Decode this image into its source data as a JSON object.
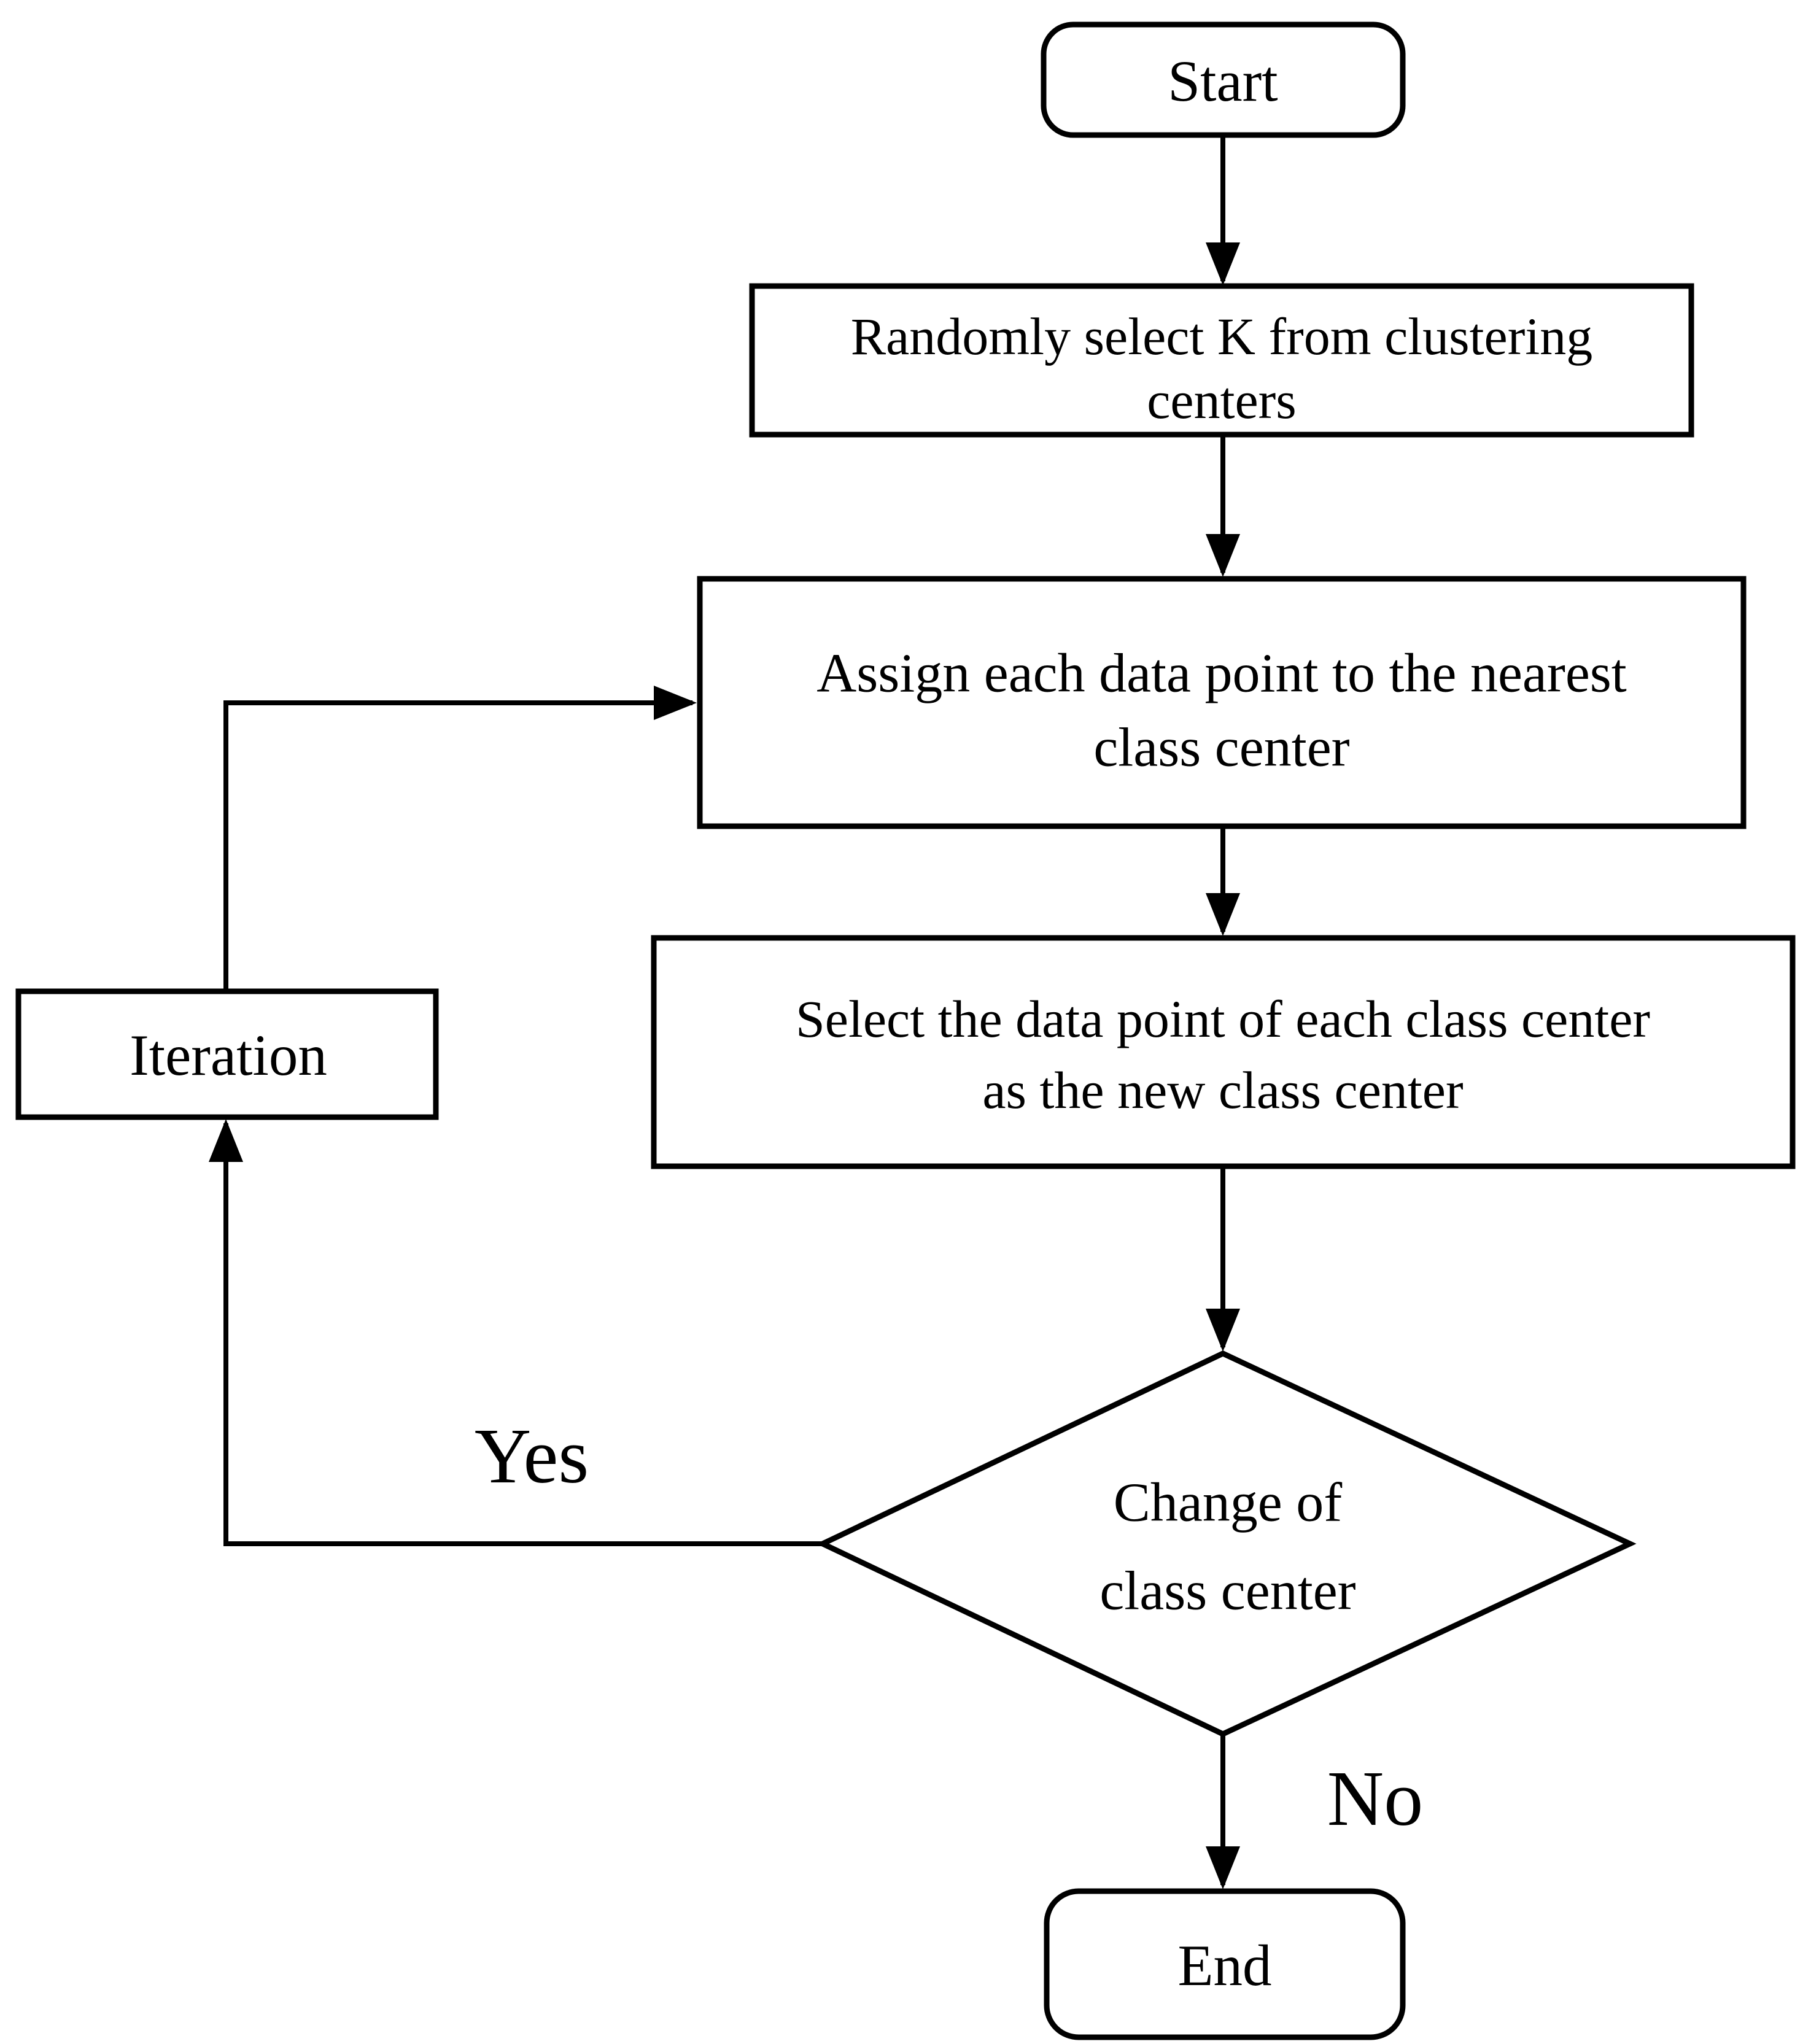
{
  "page": {
    "background_color": "#ffffff",
    "line_color": "#000000",
    "description": "Flowchart of K-means style clustering algorithm"
  },
  "flowchart": {
    "nodes": {
      "start": {
        "type": "terminator",
        "label": "Start"
      },
      "select_k": {
        "type": "process",
        "line1": "Randomly select K from clustering",
        "line2": "centers"
      },
      "assign": {
        "type": "process",
        "line1": "Assign each data point to the nearest",
        "line2": "class center"
      },
      "new_center": {
        "type": "process",
        "line1": "Select the data point of each class center",
        "line2": "as the new class center"
      },
      "decision": {
        "type": "decision",
        "line1": "Change of",
        "line2": "class center"
      },
      "iteration": {
        "type": "process",
        "label": "Iteration"
      },
      "end": {
        "type": "terminator",
        "label": "End"
      }
    },
    "edge_labels": {
      "yes": "Yes",
      "no": "No"
    }
  }
}
